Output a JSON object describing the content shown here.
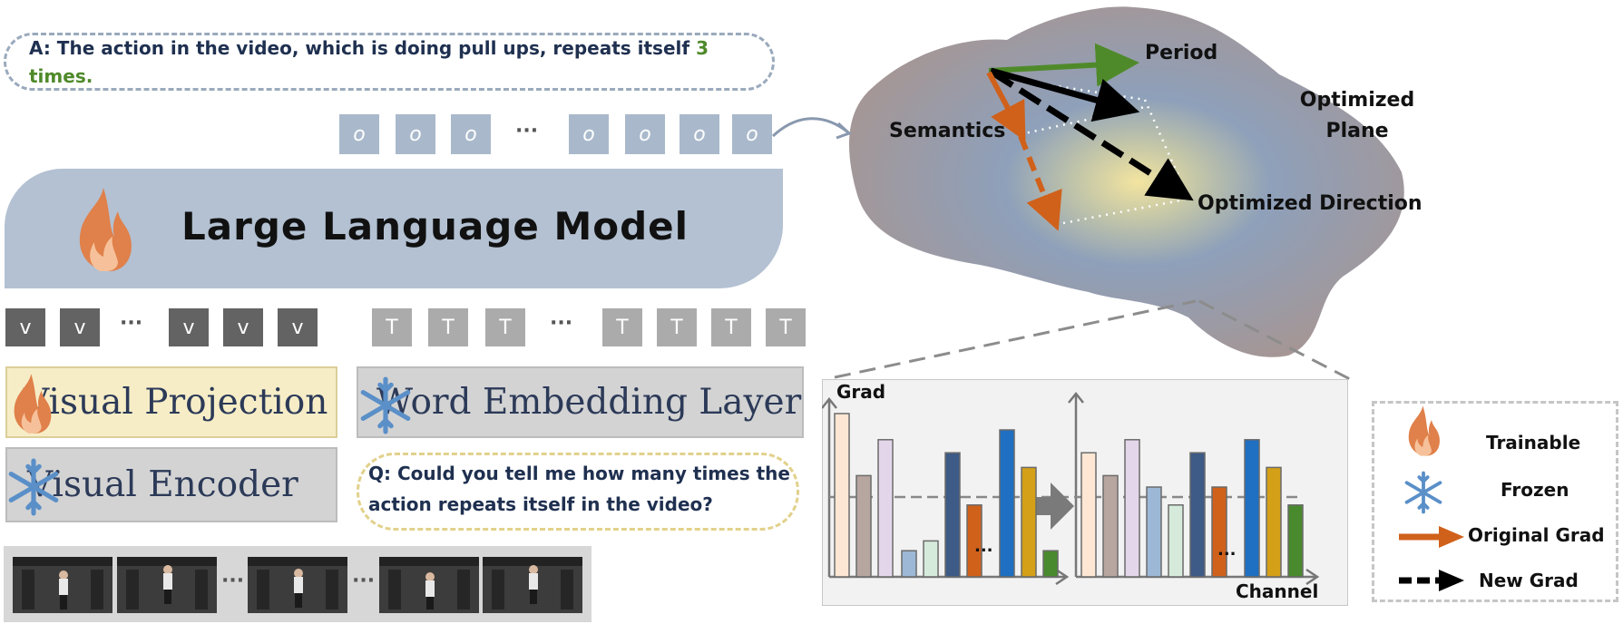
{
  "answer": {
    "text": "A: The action in the video, which is doing pull ups, repeats itself ",
    "count": "3",
    "suffix": " times."
  },
  "output_tokens": [
    "o",
    "o",
    "o",
    "o",
    "o",
    "o",
    "o"
  ],
  "dots": "···",
  "llm": {
    "label": "Large Language Model",
    "icon": "flame-icon"
  },
  "visual_tokens": [
    "v",
    "v",
    "v",
    "v",
    "v"
  ],
  "text_tokens": [
    "T",
    "T",
    "T",
    "T",
    "T",
    "T",
    "T"
  ],
  "modules": {
    "visual_projection": "Visual Projection",
    "word_embedding": "Word Embedding Layer",
    "visual_encoder": "Visual Encoder"
  },
  "question": "Q: Could you tell me how many times the action repeats itself in the video?",
  "plane": {
    "period": "Period",
    "semantics": "Semantics",
    "optimized_plane": "Optimized Plane",
    "optimized_direction": "Optimized Direction"
  },
  "chart": {
    "ylabel": "Grad",
    "xlabel": "Channel",
    "ellipsis": "...",
    "left_bars": [
      {
        "v": 1.0,
        "c": "#fde7d4"
      },
      {
        "v": 0.62,
        "c": "#b7a6a0"
      },
      {
        "v": 0.84,
        "c": "#e4d6ea"
      },
      {
        "v": 0.16,
        "c": "#9cb8d6"
      },
      {
        "v": 0.22,
        "c": "#d6eadb"
      },
      {
        "v": 0.76,
        "c": "#3d5b86"
      },
      {
        "v": 0.44,
        "c": "#d0611b"
      },
      {
        "v": 0.9,
        "c": "#1f6fc2"
      },
      {
        "v": 0.67,
        "c": "#d4a017"
      },
      {
        "v": 0.16,
        "c": "#4a8a2e"
      }
    ],
    "right_bars": [
      {
        "v": 0.76,
        "c": "#fde7d4"
      },
      {
        "v": 0.62,
        "c": "#b7a6a0"
      },
      {
        "v": 0.84,
        "c": "#e4d6ea"
      },
      {
        "v": 0.55,
        "c": "#9cb8d6"
      },
      {
        "v": 0.44,
        "c": "#d6eadb"
      },
      {
        "v": 0.76,
        "c": "#3d5b86"
      },
      {
        "v": 0.55,
        "c": "#d0611b"
      },
      {
        "v": 0.84,
        "c": "#1f6fc2"
      },
      {
        "v": 0.67,
        "c": "#d4a017"
      },
      {
        "v": 0.44,
        "c": "#4a8a2e"
      }
    ]
  },
  "legend": {
    "trainable": "Trainable",
    "frozen": "Frozen",
    "original_grad": "Original Grad",
    "new_grad": "New Grad"
  },
  "colors": {
    "orange": "#d0611b",
    "green": "#4f8a2a",
    "llm_bg": "#b3c1d2",
    "token_blue": "#a9b9cb"
  }
}
